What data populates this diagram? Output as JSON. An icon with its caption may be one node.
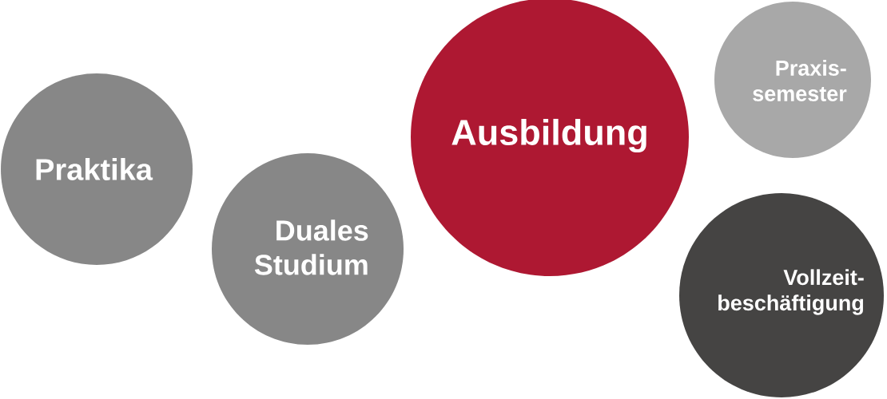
{
  "diagram": {
    "nodes": [
      {
        "text": [
          "Praktika"
        ]
      },
      {
        "text": [
          "Duales Studium"
        ]
      },
      {
        "text": [
          "Ausbildung"
        ]
      },
      {
        "text": [
          "Praxis- semester"
        ]
      },
      {
        "text": [
          "Vollzeit- beschäftigung"
        ]
      }
    ]
  }
}
